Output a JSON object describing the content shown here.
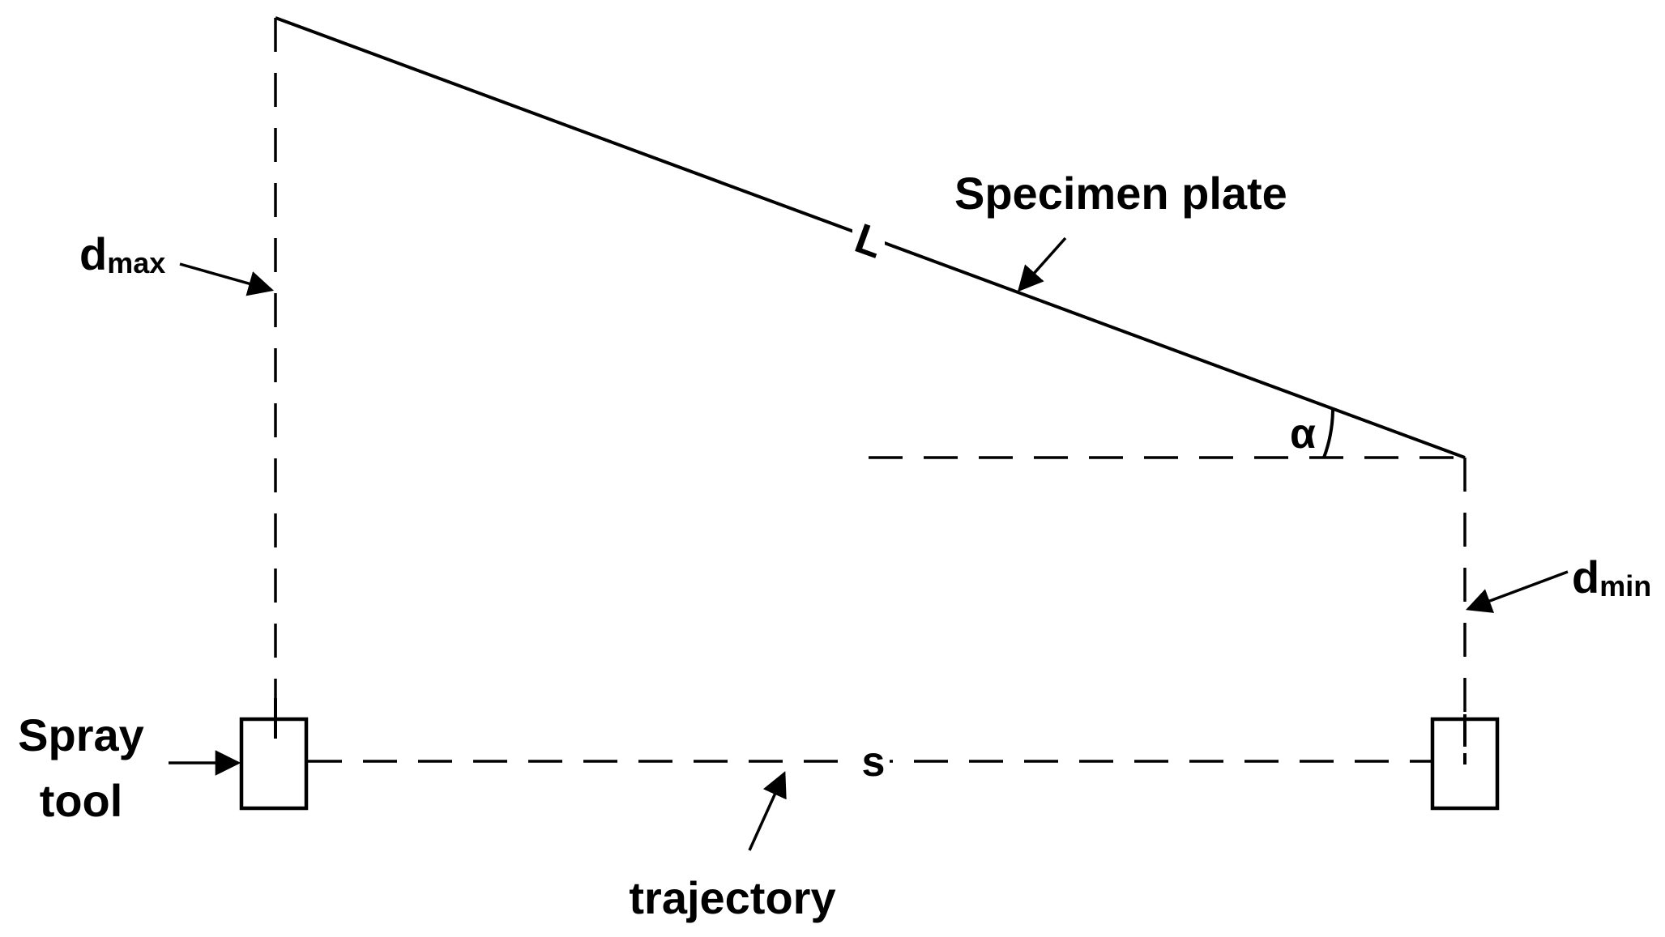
{
  "labels": {
    "specimen_plate": "Specimen plate",
    "length": "L",
    "angle": "α",
    "d_max_base": "d",
    "d_max_sub": "max",
    "d_min_base": "d",
    "d_min_sub": "min",
    "spray_tool_line1": "Spray",
    "spray_tool_line2": "tool",
    "distance": "s",
    "trajectory": "trajectory"
  },
  "colors": {
    "stroke": "#000000",
    "background": "#ffffff"
  }
}
